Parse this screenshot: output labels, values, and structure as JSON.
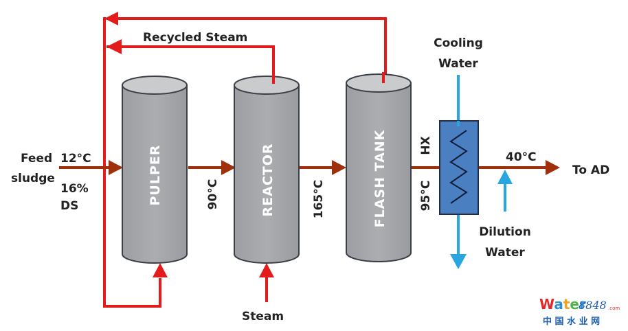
{
  "diagram": {
    "units": {
      "pulper": "PULPER",
      "reactor": "REACTOR",
      "flash_tank": "FLASH TANK",
      "hx": "HX"
    },
    "labels": {
      "feed_line1": "Feed",
      "feed_line2": "sludge",
      "feed_temp": "12°C",
      "feed_ds_line1": "16%",
      "feed_ds_line2": "DS",
      "pulper_out_temp": "90°C",
      "reactor_out_temp": "165°C",
      "flash_out_temp": "95°C",
      "recycled_steam": "Recycled Steam",
      "steam": "Steam",
      "cooling_line1": "Cooling",
      "cooling_line2": "Water",
      "dilution_line1": "Dilution",
      "dilution_line2": "Water",
      "out_temp": "40°C",
      "to_ad": "To AD"
    },
    "colors": {
      "sludge_flow": "#a0300c",
      "steam_flow": "#e31b1b",
      "water_flow": "#29a6e0",
      "vessel_body": "#a4a6a9",
      "vessel_top": "#c9cbcd",
      "hx_fill": "#4a7fc1"
    }
  },
  "watermark": {
    "brand_w": "W",
    "brand_a": "a",
    "brand_t": "t",
    "brand_e": "e",
    "brand_r": "r",
    "brand_num": "8848",
    "brand_com": ".com",
    "brand_cn": "中 国 水 业 网"
  }
}
